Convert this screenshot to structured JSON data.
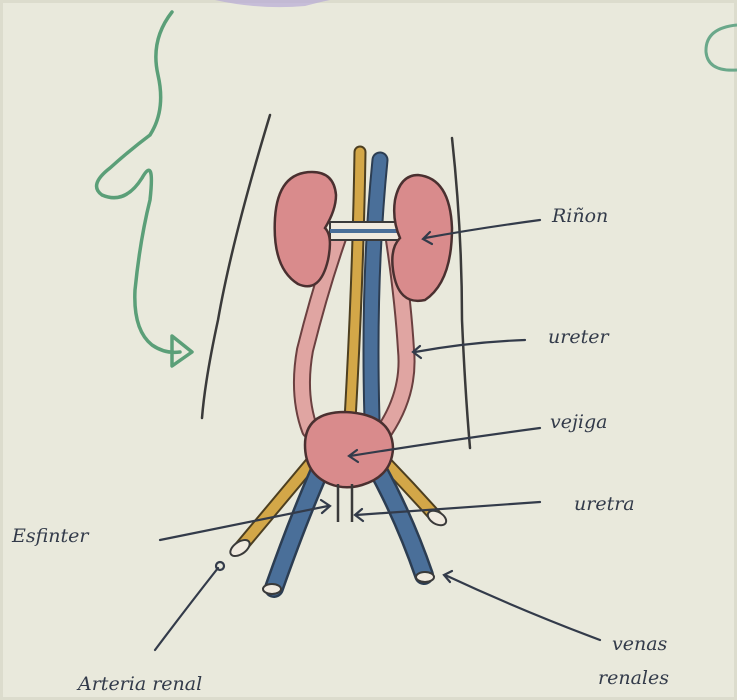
{
  "labels": {
    "rinon": "Riñon",
    "ureter": "ureter",
    "vejiga": "vejiga",
    "uretra": "uretra",
    "esfinter": "Esfinter",
    "arteria": "Arteria renal",
    "venas_1": "venas",
    "venas_2": "renales"
  },
  "colors": {
    "paper": "#e9e9dc",
    "kidney": "#d98b8c",
    "artery": "#cf9f3e",
    "vein": "#4a6f99",
    "ink": "#333b4a",
    "arrow_green": "#5b9f78"
  }
}
